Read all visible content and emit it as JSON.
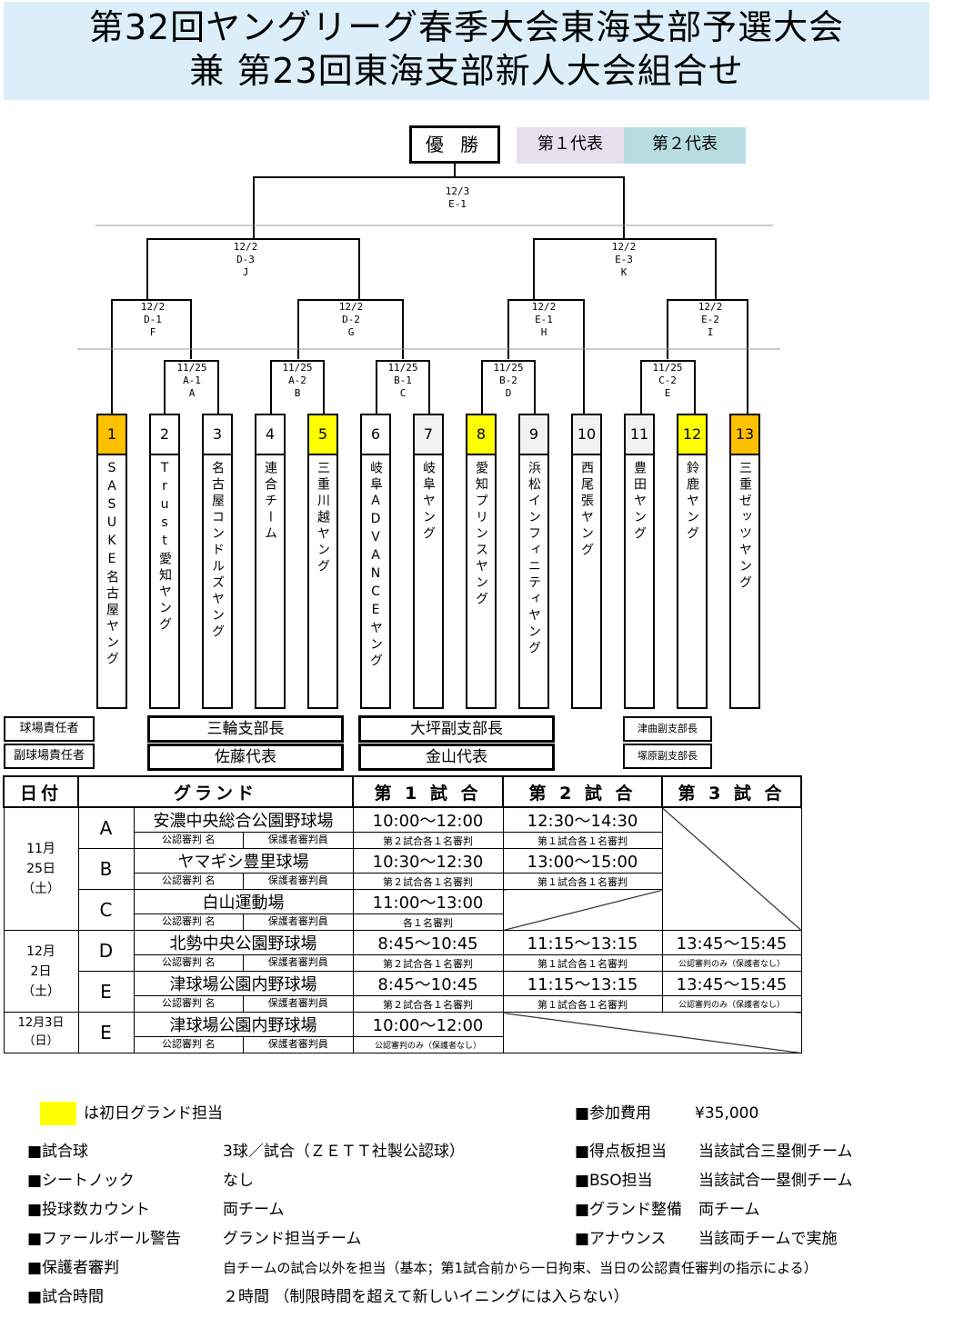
{
  "title": {
    "line1": "第32回ヤングリーグ春季大会東海支部予選大会",
    "line2": "兼 第23回東海支部新人大会組合せ"
  },
  "champion": "優 勝",
  "rep1": "第１代表",
  "rep2": "第２代表",
  "colors": {
    "title_bg": "#dbeef9",
    "rep1_bg": "#e4e0ee",
    "rep2_bg": "#b7dde3",
    "orange": "#ffc000",
    "yellow": "#ffff00",
    "gray": "#f2f2f2"
  },
  "matches": {
    "final": [
      "12/3",
      "E-1"
    ],
    "semi_left": [
      "12/2",
      "D-3",
      "J"
    ],
    "semi_right": [
      "12/2",
      "E-3",
      "K"
    ],
    "q_F": [
      "12/2",
      "D-1",
      "F"
    ],
    "q_G": [
      "12/2",
      "D-2",
      "G"
    ],
    "q_H": [
      "12/2",
      "E-1",
      "H"
    ],
    "q_I": [
      "12/2",
      "E-2",
      "I"
    ],
    "r1_A": [
      "11/25",
      "A-1",
      "A"
    ],
    "r1_B": [
      "11/25",
      "A-2",
      "B"
    ],
    "r1_C": [
      "11/25",
      "B-1",
      "C"
    ],
    "r1_D": [
      "11/25",
      "B-2",
      "D"
    ],
    "r1_E": [
      "11/25",
      "C-2",
      "E"
    ]
  },
  "teams": [
    {
      "num": "1",
      "name": "SASUKE名古屋ヤング",
      "color": "#ffc000"
    },
    {
      "num": "2",
      "name": "Trust愛知ヤング",
      "color": "#ffffff"
    },
    {
      "num": "3",
      "name": "名古屋コンドルズヤング",
      "color": "#ffffff"
    },
    {
      "num": "4",
      "name": "連合チーム",
      "color": "#ffffff"
    },
    {
      "num": "5",
      "name": "三重川越ヤング",
      "color": "#ffff00"
    },
    {
      "num": "6",
      "name": "岐阜ADVANCEヤング",
      "color": "#ffffff"
    },
    {
      "num": "7",
      "name": "岐阜ヤング",
      "color": "#f2f2f2"
    },
    {
      "num": "8",
      "name": "愛知プリンスヤング",
      "color": "#ffff00"
    },
    {
      "num": "9",
      "name": "浜松インフィニティヤング",
      "color": "#f2f2f2"
    },
    {
      "num": "10",
      "name": "西尾張ヤング",
      "color": "#f2f2f2"
    },
    {
      "num": "11",
      "name": "豊田ヤング",
      "color": "#f2f2f2"
    },
    {
      "num": "12",
      "name": "鈴鹿ヤング",
      "color": "#ffff00"
    },
    {
      "num": "13",
      "name": "三重ゼッツヤング",
      "color": "#ffc000"
    }
  ],
  "responsible": {
    "label1": "球場責任者",
    "label2": "副球場責任者",
    "a1": "三輪支部長",
    "a2": "佐藤代表",
    "b1": "大坪副支部長",
    "b2": "金山代表",
    "c1": "津曲副支部長",
    "c2": "塚原副支部長"
  },
  "schedule": {
    "headers": [
      "日付",
      "グランド",
      "第 1 試 合",
      "第 2 試 合",
      "第 3 試 合"
    ],
    "date1": "11月\n25日\n（土）",
    "date2": "12月\n2日\n（土）",
    "date3": "12月3日\n（日）",
    "sub_left": "公認審判 名",
    "sub_right": "保護者審判員",
    "rows": [
      {
        "f": "A",
        "ground": "安濃中央総合公園野球場",
        "m1": "10:00～12:00",
        "m2": "12:30～14:30",
        "m3": "",
        "s1": "第２試合各１名審判",
        "s2": "第１試合各１名審判",
        "s3": ""
      },
      {
        "f": "B",
        "ground": "ヤマギシ豊里球場",
        "m1": "10:30～12:30",
        "m2": "13:00～15:00",
        "m3": "",
        "s1": "第２試合各１名審判",
        "s2": "第１試合各１名審判",
        "s3": ""
      },
      {
        "f": "C",
        "ground": "白山運動場",
        "m1": "11:00～13:00",
        "m2": "",
        "m3": "",
        "s1": "各１名審判",
        "s2": "",
        "s3": ""
      },
      {
        "f": "D",
        "ground": "北勢中央公園野球場",
        "m1": "8:45～10:45",
        "m2": "11:15～13:15",
        "m3": "13:45～15:45",
        "s1": "第２試合各１名審判",
        "s2": "第１試合各１名審判",
        "s3": "公認審判のみ（保護者なし）"
      },
      {
        "f": "E",
        "ground": "津球場公園内野球場",
        "m1": "8:45～10:45",
        "m2": "11:15～13:15",
        "m3": "13:45～15:45",
        "s1": "第２試合各１名審判",
        "s2": "第１試合各１名審判",
        "s3": "公認審判のみ（保護者なし）"
      },
      {
        "f": "E",
        "ground": "津球場公園内野球場",
        "m1": "10:00～12:00",
        "m2": "",
        "m3": "",
        "s1": "公認審判のみ（保護者なし）",
        "s2": "",
        "s3": ""
      }
    ]
  },
  "notes": {
    "yellow_note": "は初日グランド担当",
    "left": [
      {
        "k": "■試合球",
        "v": "3球／試合（ＺＥＴＴ社製公認球）"
      },
      {
        "k": "■シートノック",
        "v": "なし"
      },
      {
        "k": "■投球数カウント",
        "v": "両チーム"
      },
      {
        "k": "■ファールボール警告",
        "v": "グランド担当チーム"
      },
      {
        "k": "■保護者審判",
        "v": "自チームの試合以外を担当（基本；第1試合前から一日拘束、当日の公認責任審判の指示による）"
      },
      {
        "k": "■試合時間",
        "v": "２時間 （制限時間を超えて新しいイニングには入らない）"
      }
    ],
    "right": [
      {
        "k": "■参加費用",
        "v": "¥35,000"
      },
      {
        "k": "■得点板担当",
        "v": "当該試合三塁側チーム"
      },
      {
        "k": "■BSO担当",
        "v": "当該試合一塁側チーム"
      },
      {
        "k": "■グランド整備",
        "v": "両チーム"
      },
      {
        "k": "■アナウンス",
        "v": "当該両チームで実施"
      }
    ]
  }
}
